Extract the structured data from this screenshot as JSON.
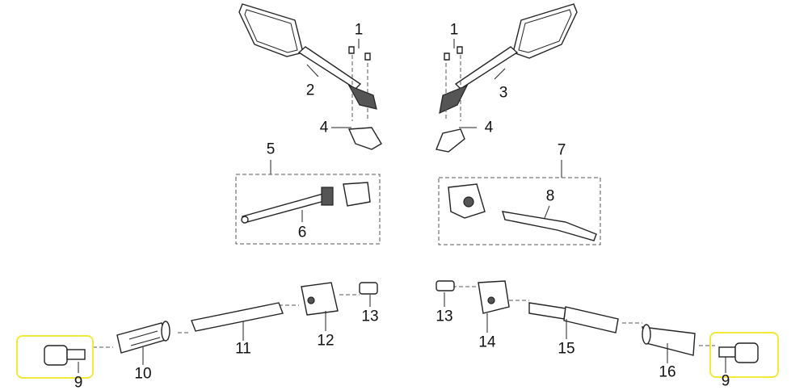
{
  "labels": {
    "l1a": "1",
    "l1b": "1",
    "l2": "2",
    "l3": "3",
    "l4a": "4",
    "l4b": "4",
    "l5": "5",
    "l6": "6",
    "l7": "7",
    "l8": "8",
    "l9a": "9",
    "l9b": "9",
    "l10": "10",
    "l11": "11",
    "l12": "12",
    "l13a": "13",
    "l13b": "13",
    "l14": "14",
    "l15": "15",
    "l16": "16"
  },
  "highlight_color": "#f0e93a"
}
